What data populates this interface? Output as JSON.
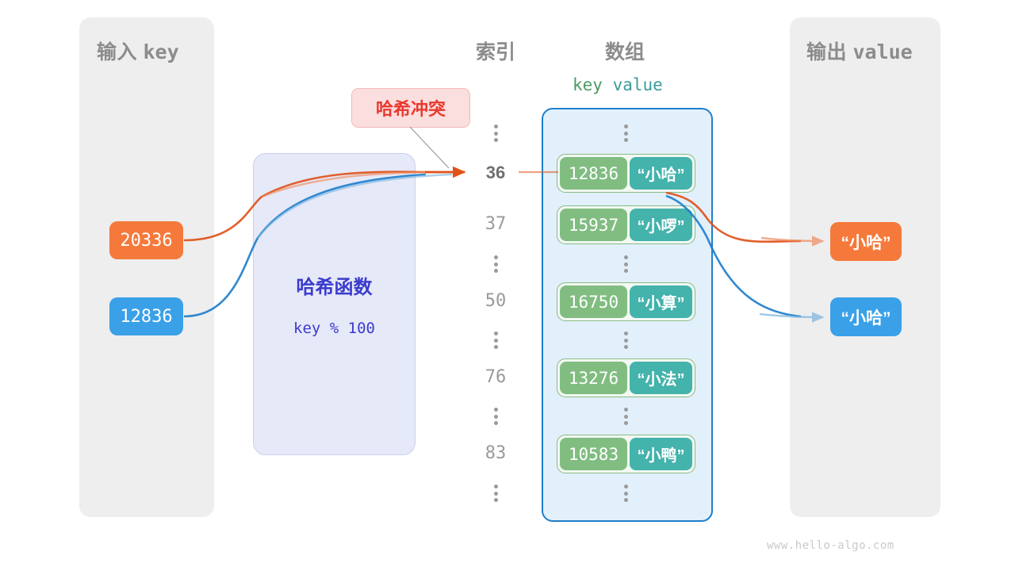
{
  "watermark": "www.hello-algo.com",
  "input_panel": {
    "title_cn": "输入",
    "title_mono": "key",
    "keys": [
      {
        "value": "20336",
        "color": "#f5793b"
      },
      {
        "value": "12836",
        "color": "#3aa0e8"
      }
    ]
  },
  "hash_function": {
    "title": "哈希函数",
    "expression": "key % 100",
    "fill": "#e6e9f8",
    "text_color": "#3b3ccc"
  },
  "collision_badge": {
    "label": "哈希冲突",
    "text_color": "#e8392f",
    "fill": "#fbdede"
  },
  "index_column": {
    "title": "索引",
    "entries": [
      {
        "type": "dots"
      },
      {
        "type": "index",
        "label": "36",
        "highlight": true
      },
      {
        "type": "index",
        "label": "37",
        "highlight": false
      },
      {
        "type": "dots"
      },
      {
        "type": "index",
        "label": "50",
        "highlight": false
      },
      {
        "type": "dots"
      },
      {
        "type": "index",
        "label": "76",
        "highlight": false
      },
      {
        "type": "dots"
      },
      {
        "type": "index",
        "label": "83",
        "highlight": false
      },
      {
        "type": "dots"
      }
    ]
  },
  "array_column": {
    "title": "数组",
    "header_key": "key",
    "header_value": "value",
    "key_color": "#4e9a62",
    "value_color": "#3c9a9a",
    "rows": [
      {
        "type": "dots"
      },
      {
        "type": "entry",
        "key": "12836",
        "value": "“小哈”"
      },
      {
        "type": "entry",
        "key": "15937",
        "value": "“小啰”"
      },
      {
        "type": "dots"
      },
      {
        "type": "entry",
        "key": "16750",
        "value": "“小算”"
      },
      {
        "type": "dots"
      },
      {
        "type": "entry",
        "key": "13276",
        "value": "“小法”"
      },
      {
        "type": "dots"
      },
      {
        "type": "entry",
        "key": "10583",
        "value": "“小鸭”"
      },
      {
        "type": "dots"
      }
    ]
  },
  "output_panel": {
    "title_cn": "输出",
    "title_mono": "value",
    "values": [
      {
        "value": "“小哈”",
        "color": "#f5793b"
      },
      {
        "value": "“小哈”",
        "color": "#3aa0e8"
      }
    ]
  }
}
